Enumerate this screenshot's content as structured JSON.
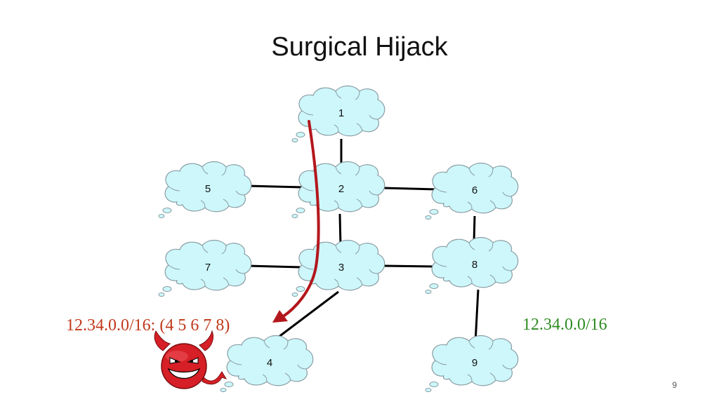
{
  "slide": {
    "title": "Surgical Hijack",
    "page_number": "9"
  },
  "nodes": [
    {
      "id": "1",
      "label": "1"
    },
    {
      "id": "2",
      "label": "2"
    },
    {
      "id": "3",
      "label": "3"
    },
    {
      "id": "4",
      "label": "4"
    },
    {
      "id": "5",
      "label": "5"
    },
    {
      "id": "6",
      "label": "6"
    },
    {
      "id": "7",
      "label": "7"
    },
    {
      "id": "8",
      "label": "8"
    },
    {
      "id": "9",
      "label": "9"
    }
  ],
  "links": [
    [
      "1",
      "2"
    ],
    [
      "5",
      "2"
    ],
    [
      "2",
      "6"
    ],
    [
      "2",
      "3"
    ],
    [
      "6",
      "8"
    ],
    [
      "7",
      "3"
    ],
    [
      "3",
      "8"
    ],
    [
      "3",
      "4"
    ],
    [
      "8",
      "9"
    ]
  ],
  "annotations": {
    "attacker_prefix": "12.34.0.0/16: (4 5 6 7 8)",
    "legit_prefix": "12.34.0.0/16"
  },
  "colors": {
    "cloud_fill": "#cdf7fb",
    "cloud_stroke": "#8a9da3",
    "link": "#000000",
    "hijack_arrow": "#b3171c",
    "attacker_text": "#c0391b",
    "legit_text": "#2e8b22",
    "devil": "#d61f26"
  },
  "icons": {
    "attacker": "devil-face-icon"
  }
}
